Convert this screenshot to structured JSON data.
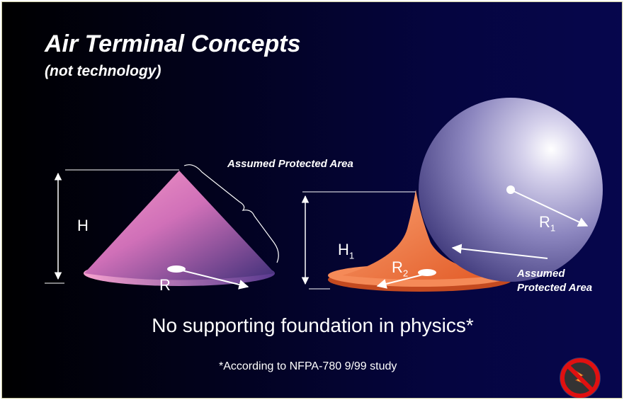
{
  "slide": {
    "title": "Air Terminal Concepts",
    "subtitle": "(not technology)"
  },
  "cone_diagram": {
    "height_label": "H",
    "radius_label": "R",
    "protected_area_label": "Assumed Protected Area"
  },
  "sphere_diagram": {
    "height_label": "H",
    "height_subscript": "1",
    "base_radius_label": "R",
    "base_radius_subscript": "2",
    "sphere_radius_label": "R",
    "sphere_radius_subscript": "1",
    "protected_area_label": "Assumed Protected Area"
  },
  "footer": {
    "statement": "No supporting foundation in physics*",
    "footnote": "*According to NFPA-780 9/99 study"
  },
  "icons": {
    "no_lightning_icon": "prohibited-lightning-icon"
  },
  "colors": {
    "cone_pink": "#f28ac0",
    "cone_purple": "#4a2a86",
    "spike_orange": "#f08050",
    "sphere_lavender": "#8c84c0"
  }
}
